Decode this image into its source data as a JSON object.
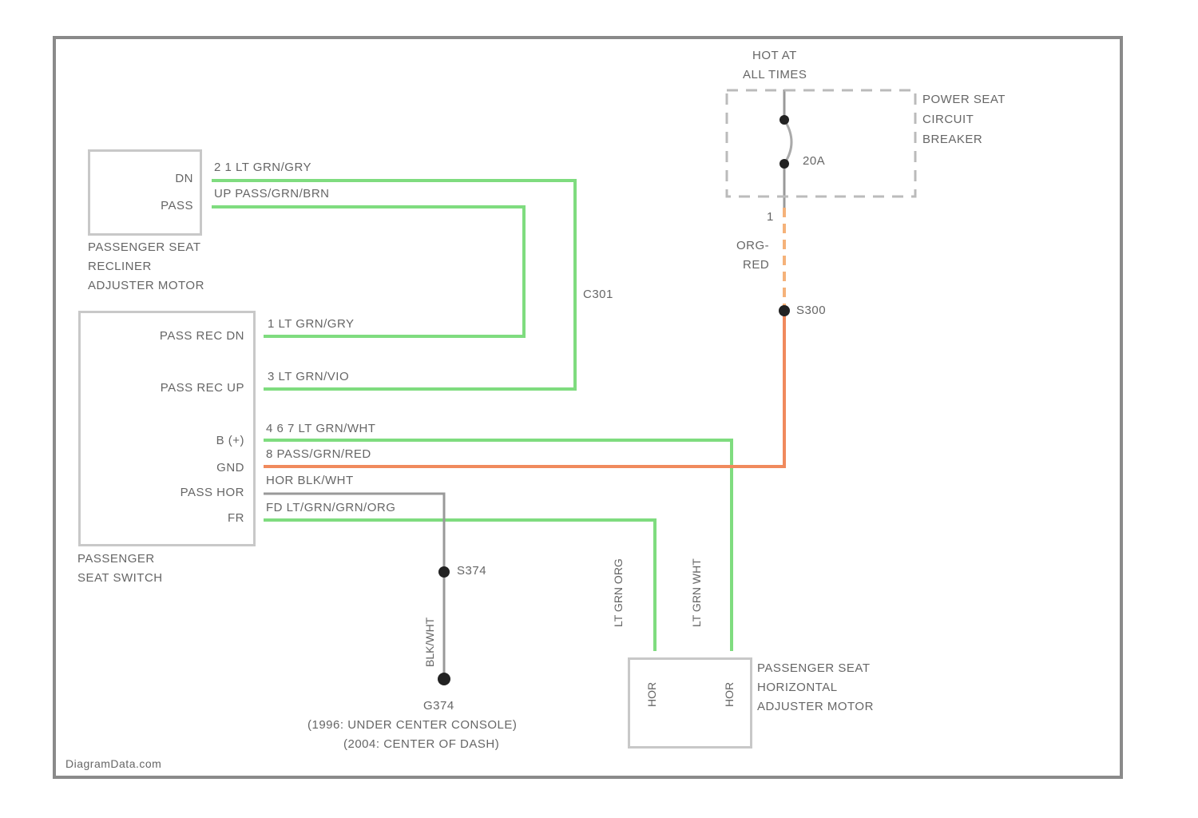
{
  "colors": {
    "green_wire": "#7fdc7f",
    "orange_wire": "#f08a5d",
    "ground_wire": "#999999",
    "frame": "#8a8a8a"
  },
  "power": {
    "hot_line1": "HOT AT",
    "hot_line2": "ALL TIMES",
    "breaker_lines": [
      "POWER SEAT",
      "CIRCUIT",
      "BREAKER"
    ],
    "rating": "20A",
    "pin": "1",
    "wire": [
      "ORG-",
      "RED"
    ],
    "splice": "S300"
  },
  "recliner_motor": {
    "pins": [
      "DN",
      "PASS"
    ],
    "label_lines": [
      "PASSENGER SEAT",
      "RECLINER",
      "ADJUSTER MOTOR"
    ],
    "wire1": "2 1   LT GRN/GRY",
    "wire2": "UP PASS/GRN/BRN"
  },
  "connector": "C301",
  "seat_switch": {
    "pins": [
      "PASS REC DN",
      "PASS REC UP",
      "B (+)",
      "GND",
      "PASS HOR",
      "FR"
    ],
    "wires": [
      "1     LT GRN/GRY",
      "3     LT GRN/VIO",
      "4 6 7   LT GRN/WHT",
      "8 PASS/GRN/RED",
      "HOR BLK/WHT",
      "FD LT/GRN/GRN/ORG"
    ],
    "label_lines": [
      "PASSENGER",
      "SEAT SWITCH"
    ]
  },
  "ground": {
    "splice": "S374",
    "wire": "BLK/WHT",
    "id": "G374",
    "lines": [
      "(1996: UNDER CENTER CONSOLE)",
      "(2004: CENTER OF DASH)"
    ]
  },
  "horizontal_motor": {
    "wire_left": "LT GRN ORG",
    "wire_right": "LT GRN WHT",
    "pin_left": "HOR",
    "pin_right": "HOR",
    "label_lines": [
      "PASSENGER SEAT",
      "HORIZONTAL",
      "ADJUSTER MOTOR"
    ]
  },
  "watermark": "DiagramData.com"
}
